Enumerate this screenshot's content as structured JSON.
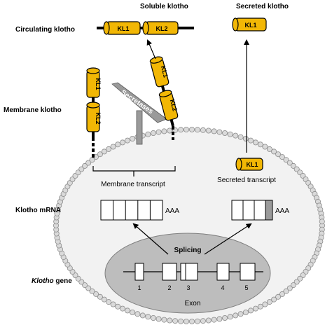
{
  "labels": {
    "circulating": "Circulating klotho",
    "soluble": "Soluble klotho",
    "secreted": "Secreted klotho",
    "membrane": "Membrane klotho",
    "mrna": "Klotho mRNA",
    "gene_italic": "Klotho",
    "gene_suffix": " gene",
    "secretases": "Secretases",
    "membrane_transcript": "Membrane transcript",
    "secreted_transcript": "Secreted transcript",
    "splicing": "Splicing",
    "exon": "Exon",
    "aaa_membrane": "AAA",
    "aaa_secreted": "AAA"
  },
  "domains": {
    "kl1": "KL1",
    "kl2": "KL2"
  },
  "exon_numbers": [
    "1",
    "2",
    "3",
    "4",
    "5"
  ],
  "colors": {
    "domain_fill": "#F2B705",
    "nucleus_fill": "#BDBDBD",
    "cell_fill": "#F2F2F2",
    "bead_fill": "#DADADA",
    "secretase_fill": "#9A9A9A"
  }
}
